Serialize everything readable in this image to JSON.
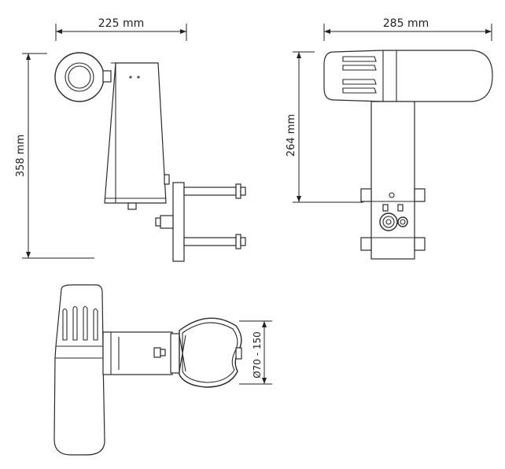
{
  "dimensions": {
    "side_width": "225 mm",
    "top_width": "285 mm",
    "side_height": "358 mm",
    "top_height": "264 mm",
    "pipe_range": "Ø70 - 150"
  },
  "colors": {
    "line": "#2a2a2a",
    "background": "#ffffff"
  }
}
